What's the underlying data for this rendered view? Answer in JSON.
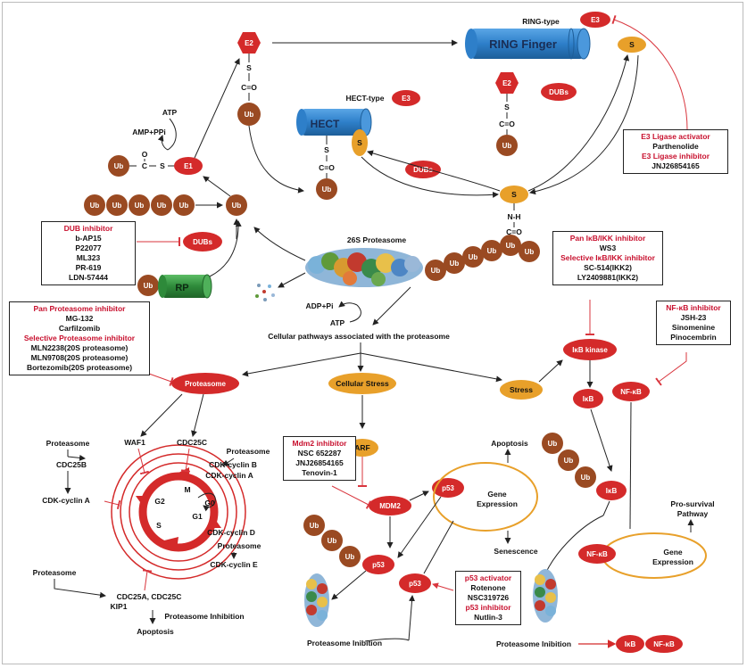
{
  "colors": {
    "red": "#d42a2a",
    "ub": "#9a4a22",
    "orange": "#e8a02a",
    "blue": "#2e7fc9",
    "green": "#2e8a3a",
    "line": "#222222",
    "inhib": "#d9363e"
  },
  "nodes": {
    "e2_top": "E2",
    "e2_mid": "E2",
    "e1": "E1",
    "e3_ring": "E3",
    "e3_hect": "E3",
    "s": "S",
    "c_o": "C=O",
    "n_h": "N-H",
    "ub": "Ub",
    "rp": "RP",
    "ring_finger": "RING Finger",
    "hect": "HECT",
    "ring_type": "RING-type",
    "hect_type": "HECT-type",
    "dubs": "DUBs",
    "atp": "ATP",
    "amp_ppi": "AMP+PPi",
    "adp_pi": "ADP+Pi",
    "proteasome_26s": "26S Proteasome",
    "cellular_pathways": "Cellular pathways associated with the proteasome",
    "proteasome": "Proteasome",
    "cellular_stress": "Cellular Stress",
    "stress": "Stress",
    "ikb_kinase": "IκB kinase",
    "ikb": "IκB",
    "nfkb": "NF-κB",
    "arf": "ARF",
    "mdm2": "MDM2",
    "p53": "p53",
    "apoptosis": "Apoptosis",
    "gene_expression": "Gene\nExpression",
    "gene": "Gene",
    "expression": "Expression",
    "senescence": "Senescence",
    "pro_survival": "Pro-survival",
    "pathway": "Pathway",
    "proteasome_inhibition_p53": "Proteasome Inibition",
    "proteasome_inhibition_nf": "Proteasome Inibition",
    "wafl": "WAF1",
    "cdc25c": "CDC25C",
    "cdc25b": "CDC25B",
    "cdk_cyclin_a": "CDK-cyclin A",
    "cdk_cyclin_b": "CDK-cyclin B",
    "cdk_cyclin_d": "CDK-cyclin D",
    "cdk_cyclin_e": "CDK-cyclin E",
    "cdc25a_c": "CDC25A, CDC25C",
    "kip1": "KIP1",
    "prot_inhibition": "Proteasome Inhibition",
    "g0": "G0",
    "g1": "G1",
    "g2": "G2",
    "s_phase": "S",
    "m": "M"
  },
  "boxes": {
    "e3": [
      {
        "t": "E3 Ligase activator",
        "red": true
      },
      {
        "t": "Parthenolide",
        "red": false
      },
      {
        "t": "E3 Ligase inhibitor",
        "red": true
      },
      {
        "t": "JNJ26854165",
        "red": false
      }
    ],
    "dub": [
      {
        "t": "DUB inhibitor",
        "red": true
      },
      {
        "t": "b-AP15",
        "red": false
      },
      {
        "t": "P22077",
        "red": false
      },
      {
        "t": "ML323",
        "red": false
      },
      {
        "t": "PR-619",
        "red": false
      },
      {
        "t": "LDN-57444",
        "red": false
      }
    ],
    "ikk": [
      {
        "t": "Pan IκB/IKK inhibitor",
        "red": true
      },
      {
        "t": "WS3",
        "red": false
      },
      {
        "t": "Selective IκB/IKK inhibitor",
        "red": true
      },
      {
        "t": "SC-514(IKK2)",
        "red": false
      },
      {
        "t": "LY2409881(IKK2)",
        "red": false
      }
    ],
    "nfkb": [
      {
        "t": "NF-κB inhibitor",
        "red": true
      },
      {
        "t": "JSH-23",
        "red": false
      },
      {
        "t": "Sinomenine",
        "red": false
      },
      {
        "t": "Pinocembrin",
        "red": false
      }
    ],
    "proteasome": [
      {
        "t": "Pan Proteasome inhibitor",
        "red": true
      },
      {
        "t": "MG-132",
        "red": false
      },
      {
        "t": "Carfilzomib",
        "red": false
      },
      {
        "t": "Selective Proteasome inhibitor",
        "red": true
      },
      {
        "t": "MLN2238(20S proteasome)",
        "red": false
      },
      {
        "t": "MLN9708(20S proteasome)",
        "red": false
      },
      {
        "t": "Bortezomib(20S proteasome)",
        "red": false
      }
    ],
    "mdm2": [
      {
        "t": "Mdm2 inhibitor",
        "red": true
      },
      {
        "t": "NSC 652287",
        "red": false
      },
      {
        "t": "JNJ26854165",
        "red": false
      },
      {
        "t": "Tenovin-1",
        "red": false
      }
    ],
    "p53": [
      {
        "t": "p53 activator",
        "red": true
      },
      {
        "t": "Rotenone",
        "red": false
      },
      {
        "t": "NSC319726",
        "red": false
      },
      {
        "t": "p53 inhibitor",
        "red": true
      },
      {
        "t": "Nutlin-3",
        "red": false
      }
    ]
  }
}
